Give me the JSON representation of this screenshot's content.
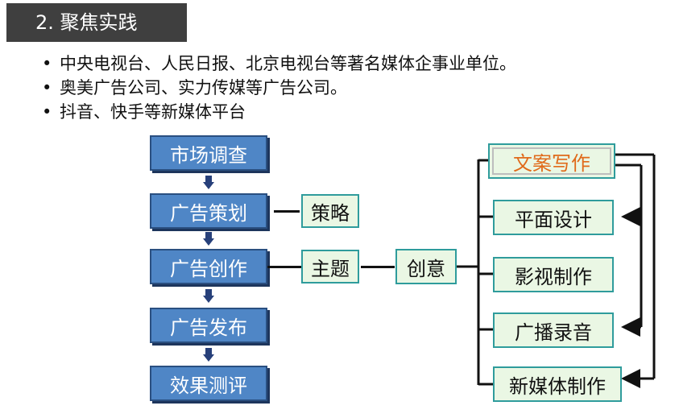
{
  "title": "2. 聚焦实践",
  "bullets": [
    "中央电视台、人民日报、北京电视台等著名媒体企事业单位。",
    "奥美广告公司、实力传媒等广告公司。",
    "抖音、快手等新媒体平台"
  ],
  "bullet_glyph": "•",
  "process": [
    "市场调查",
    "广告策划",
    "广告创作",
    "广告发布",
    "效果测评"
  ],
  "strategy": "策略",
  "theme": "主题",
  "creativity": "创意",
  "outputs": [
    "文案写作",
    "平面设计",
    "影视制作",
    "广播录音",
    "新媒体制作"
  ],
  "colors": {
    "process_fill": "#4f86c6",
    "process_border": "#2a4f80",
    "node_fill": "#eaf7e4",
    "node_border": "#2f9c9c",
    "accent_text": "#e06a1a",
    "title_bg": "#3f3f3f"
  }
}
